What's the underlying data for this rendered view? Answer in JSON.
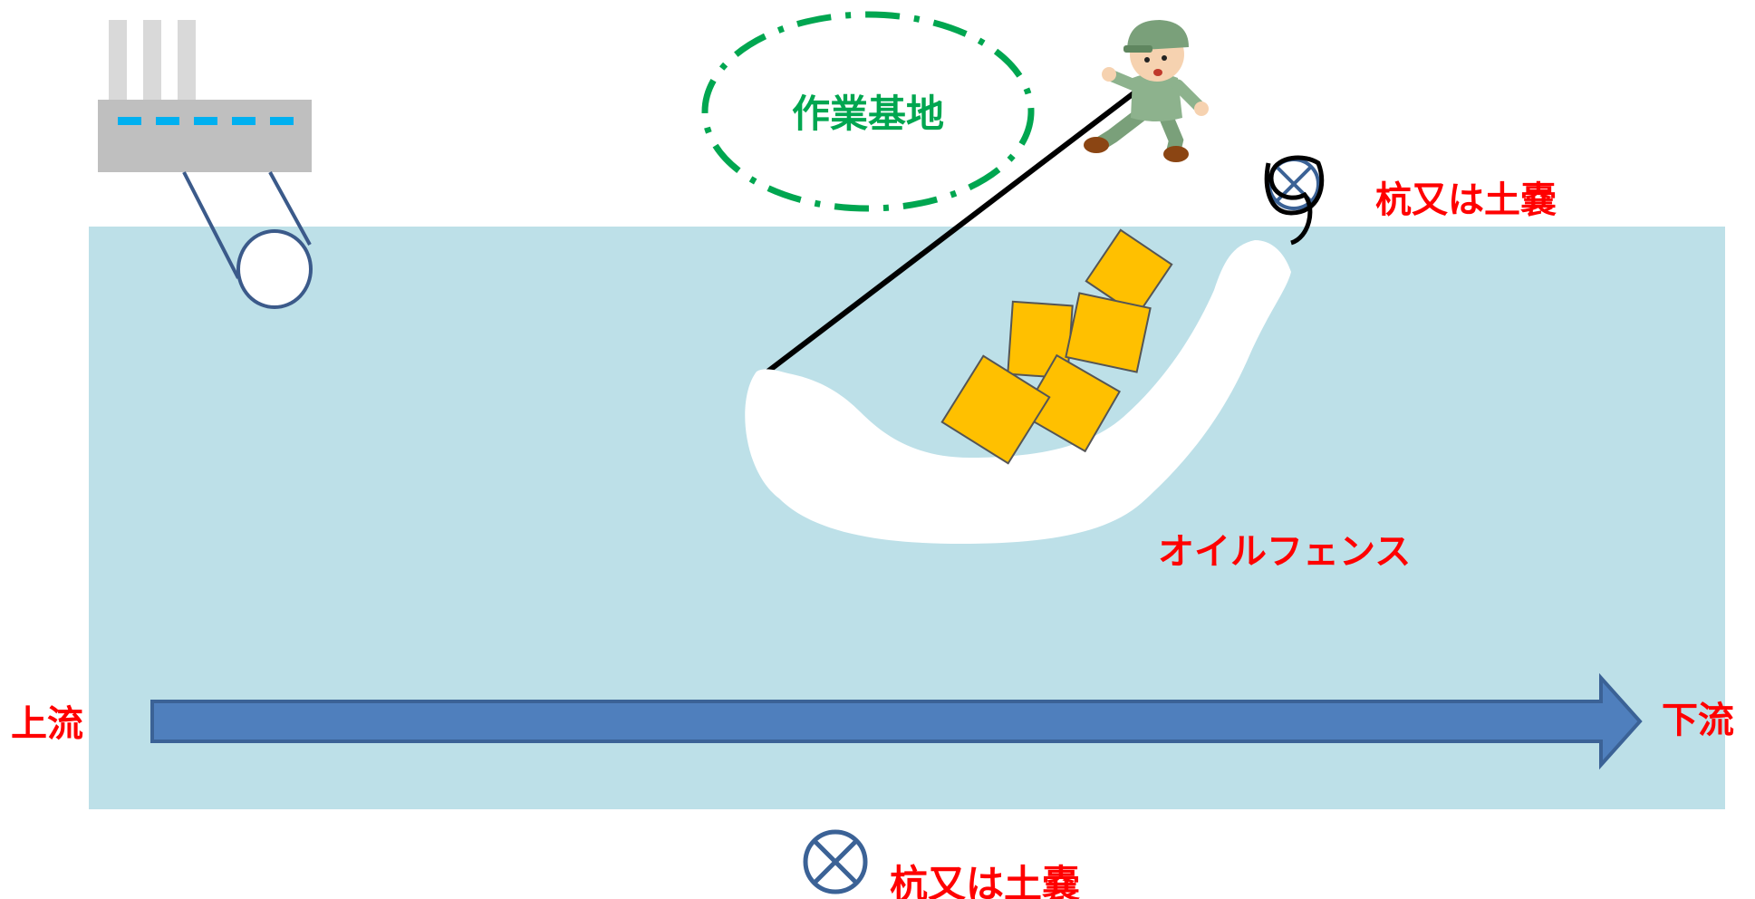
{
  "labels": {
    "work_base": "作業基地",
    "stake_or_sandbag_top": "杭又は土嚢",
    "oil_fence": "オイルフェンス",
    "upstream": "上流",
    "downstream": "下流",
    "stake_or_sandbag_legend": "杭又は土嚢"
  },
  "colors": {
    "water": "#bde0e8",
    "flow_arrow": "#4f7fbd",
    "flow_arrow_outline": "#3b6296",
    "oil_fence": "#ffffff",
    "sorbent_pad": "#ffc000",
    "work_base": "#00a650",
    "red_text": "#ff0000",
    "factory_body": "#bfbfbf",
    "factory_window": "#00b0f0",
    "pipe_outline": "#3b5a8a",
    "marker": "#3b6296"
  },
  "icons": {
    "factory": "factory-icon",
    "worker": "worker-icon",
    "stake_marker": "cross-circle-icon"
  }
}
